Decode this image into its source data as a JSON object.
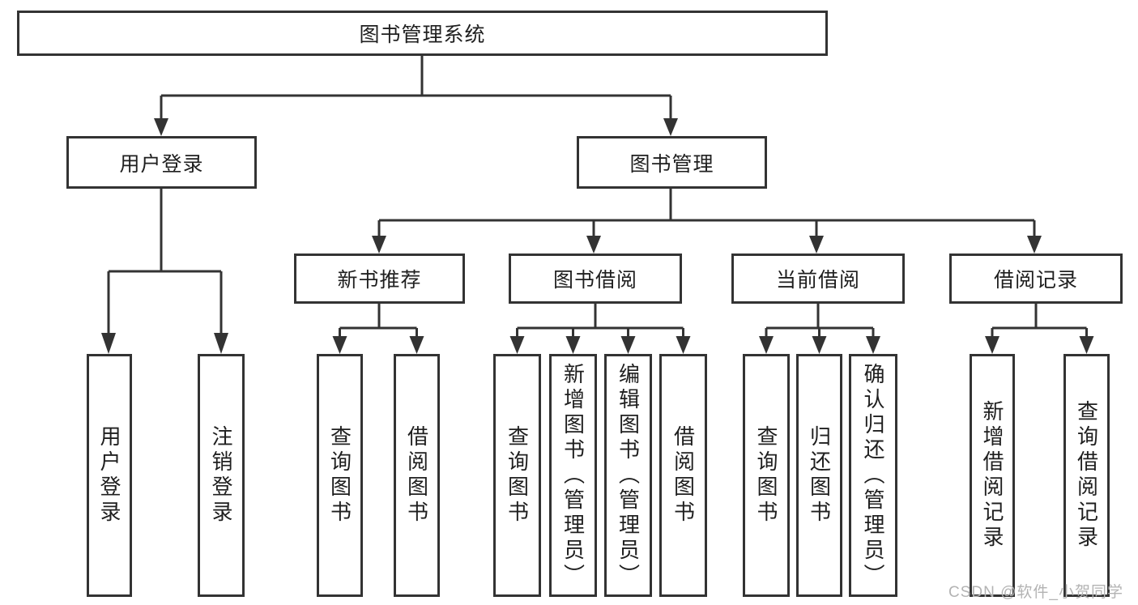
{
  "tree": {
    "root": {
      "label": "图书管理系统",
      "children": [
        {
          "label": "用户登录",
          "children": [
            {
              "label": "用户登录"
            },
            {
              "label": "注销登录"
            }
          ]
        },
        {
          "label": "图书管理",
          "children": [
            {
              "label": "新书推荐",
              "children": [
                {
                  "label": "查询图书"
                },
                {
                  "label": "借阅图书"
                }
              ]
            },
            {
              "label": "图书借阅",
              "children": [
                {
                  "label": "查询图书"
                },
                {
                  "label": "新增图书（管理员）"
                },
                {
                  "label": "编辑图书（管理员）"
                },
                {
                  "label": "借阅图书"
                }
              ]
            },
            {
              "label": "当前借阅",
              "children": [
                {
                  "label": "查询图书"
                },
                {
                  "label": "归还图书"
                },
                {
                  "label": "确认归还（管理员）"
                }
              ]
            },
            {
              "label": "借阅记录",
              "children": [
                {
                  "label": "新增借阅记录"
                },
                {
                  "label": "查询借阅记录"
                }
              ]
            }
          ]
        }
      ]
    }
  },
  "watermark": {
    "text": "CSDN @软件_小贺同学"
  },
  "colors": {
    "line": "#333333",
    "text": "#1f1f1f",
    "watermark": "#b3b3b3"
  }
}
